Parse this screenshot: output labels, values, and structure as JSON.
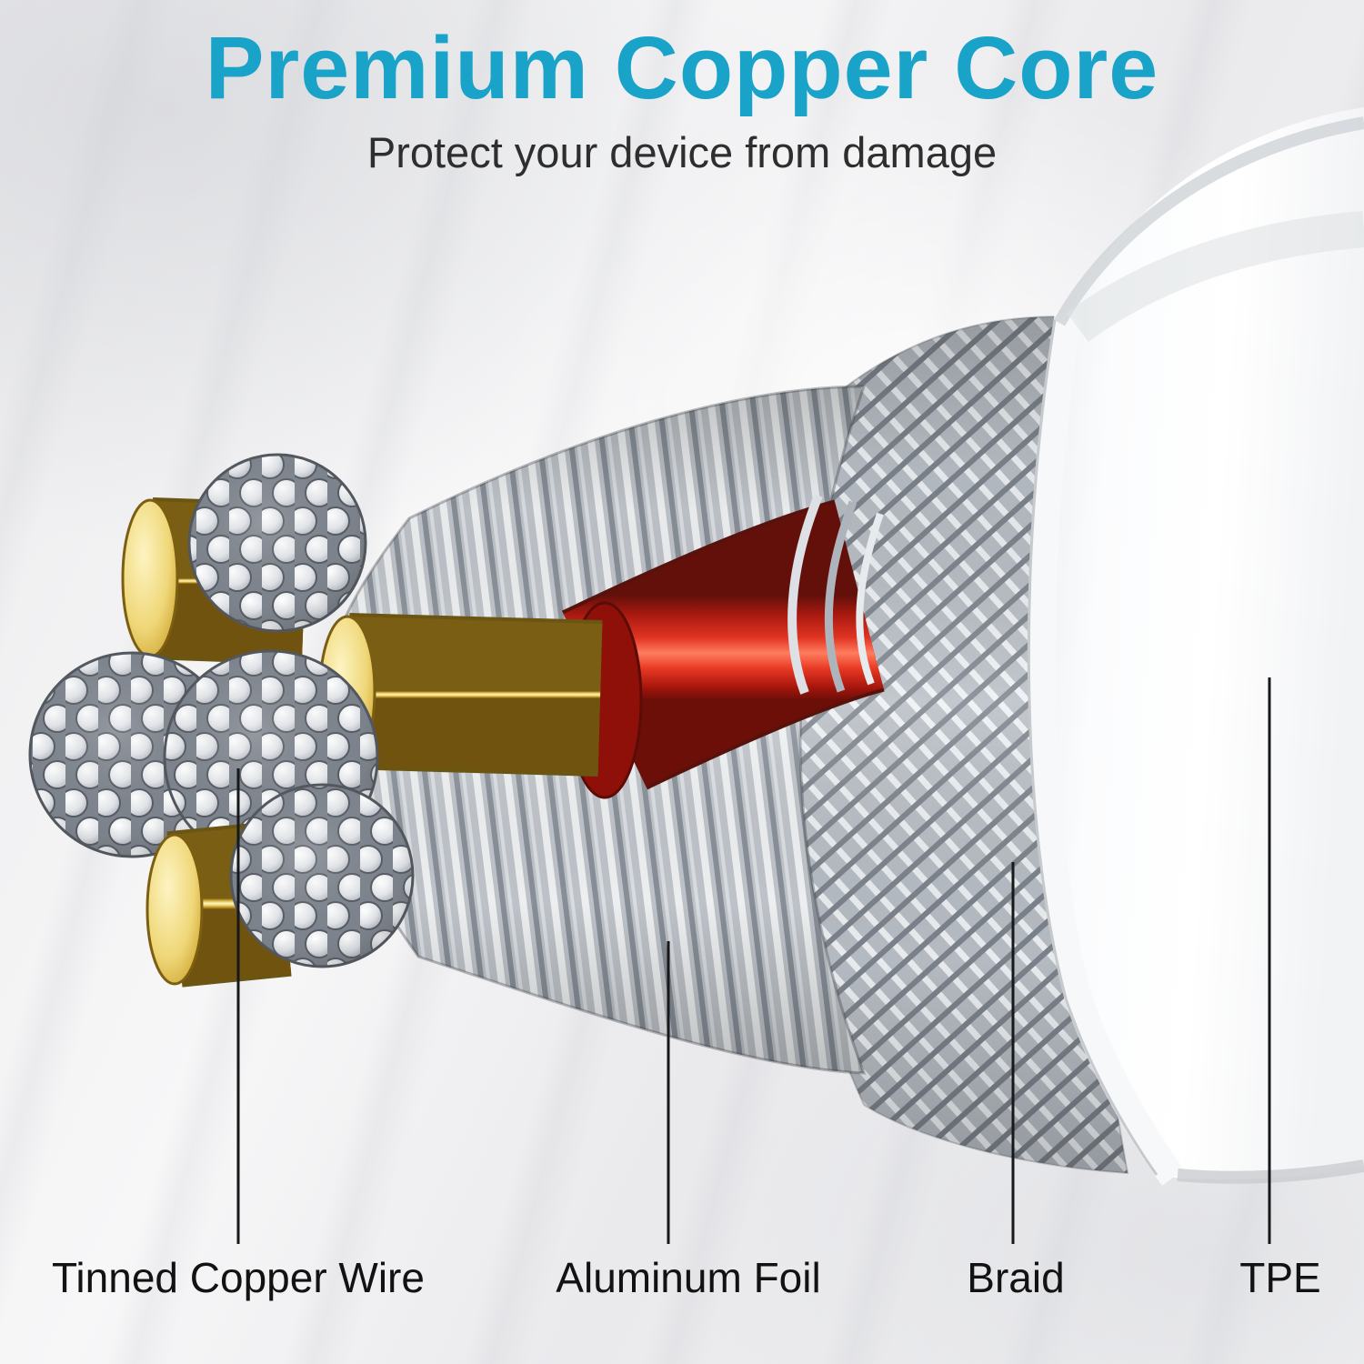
{
  "header": {
    "title": "Premium Copper Core",
    "subtitle": "Protect your device from damage",
    "title_color": "#1aa3c9",
    "subtitle_color": "#2e2e2e"
  },
  "diagram": {
    "type": "cable-cutaway",
    "parts": [
      {
        "id": "tinned-copper-wire",
        "label": "Tinned Copper Wire",
        "color": "#d7dade"
      },
      {
        "id": "aluminum-foil",
        "label": "Aluminum Foil",
        "color": "#c6cbd1"
      },
      {
        "id": "braid",
        "label": "Braid",
        "color": "#b9bfc6"
      },
      {
        "id": "tpe",
        "label": "TPE",
        "color": "#ffffff"
      }
    ],
    "other_colors": {
      "copper_core": "#ecd06a",
      "red_insulation": "#e0301e",
      "leader_line": "#17181a"
    }
  }
}
